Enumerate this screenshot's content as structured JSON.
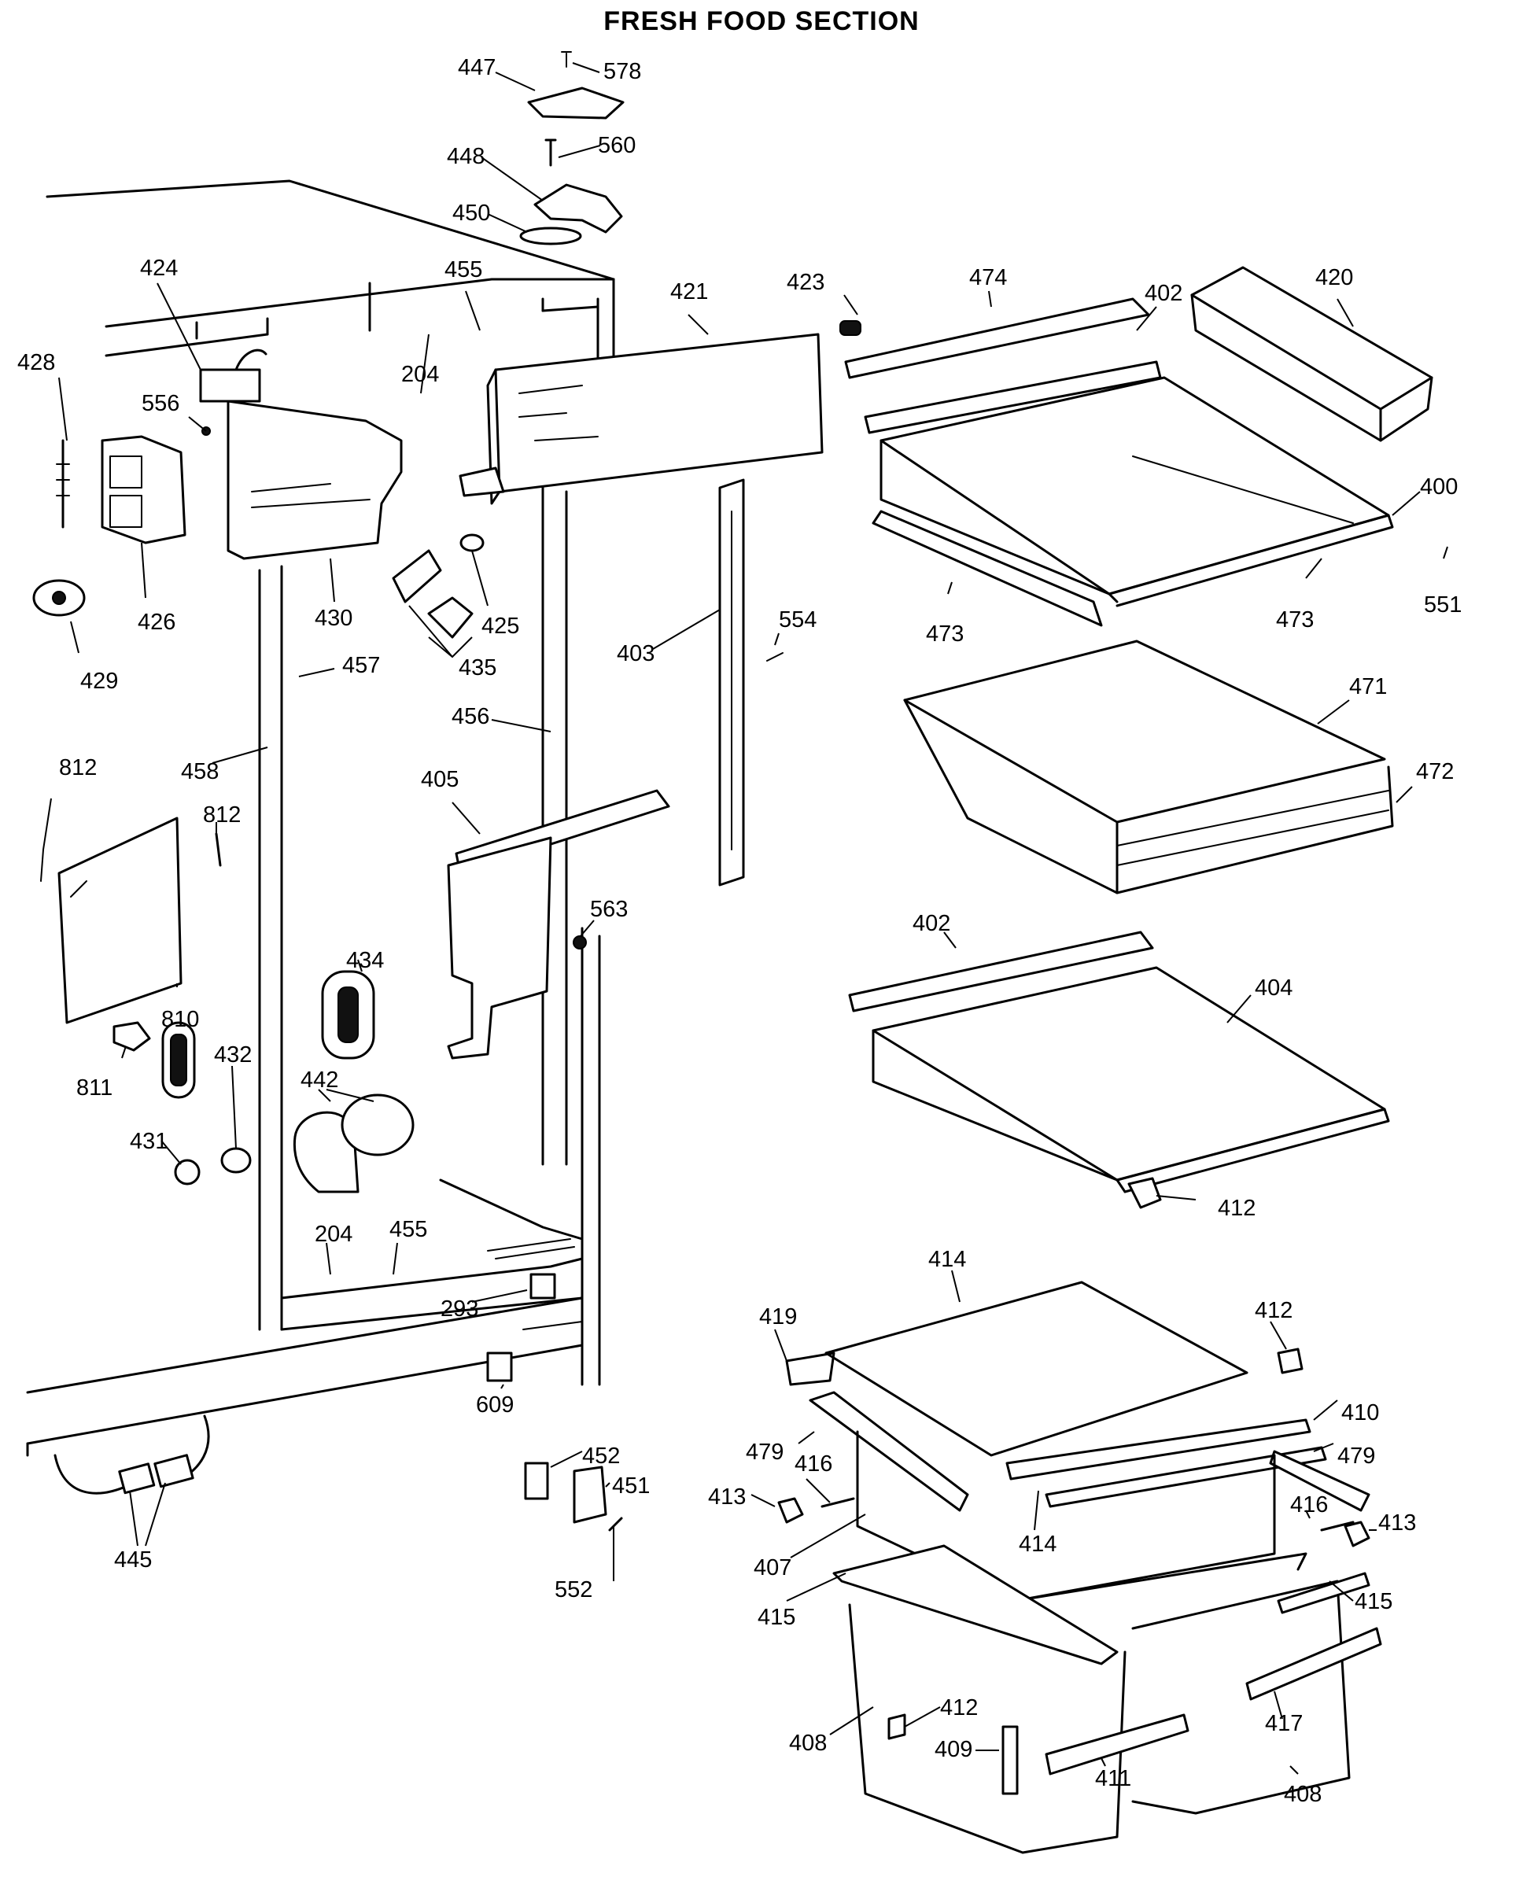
{
  "title": "FRESH FOOD SECTION",
  "part_labels": {
    "447": "447",
    "578": "578",
    "448": "448",
    "560": "560",
    "450": "450",
    "424": "424",
    "455a": "455",
    "421": "421",
    "423": "423",
    "474": "474",
    "402a": "402",
    "420": "420",
    "428": "428",
    "556": "556",
    "204a": "204",
    "400": "400",
    "551": "551",
    "426": "426",
    "430": "430",
    "425": "425",
    "473a": "473",
    "473b": "473",
    "435": "435",
    "403": "403",
    "554": "554",
    "429": "429",
    "457": "457",
    "471": "471",
    "456": "456",
    "472": "472",
    "812a": "812",
    "458": "458",
    "405": "405",
    "812b": "812",
    "563": "563",
    "402b": "402",
    "404": "404",
    "434": "434",
    "810": "810",
    "432": "432",
    "811": "811",
    "442": "442",
    "431": "431",
    "412a": "412",
    "204b": "204",
    "455b": "455",
    "414a": "414",
    "419": "419",
    "412b": "412",
    "293": "293",
    "609": "609",
    "410": "410",
    "479a": "479",
    "479b": "479",
    "452": "452",
    "416a": "416",
    "451": "451",
    "413a": "413",
    "445": "445",
    "414b": "414",
    "416b": "416",
    "413b": "413",
    "407": "407",
    "552": "552",
    "415a": "415",
    "415b": "415",
    "412c": "412",
    "417": "417",
    "408a": "408",
    "409": "409",
    "411": "411",
    "408b": "408"
  }
}
